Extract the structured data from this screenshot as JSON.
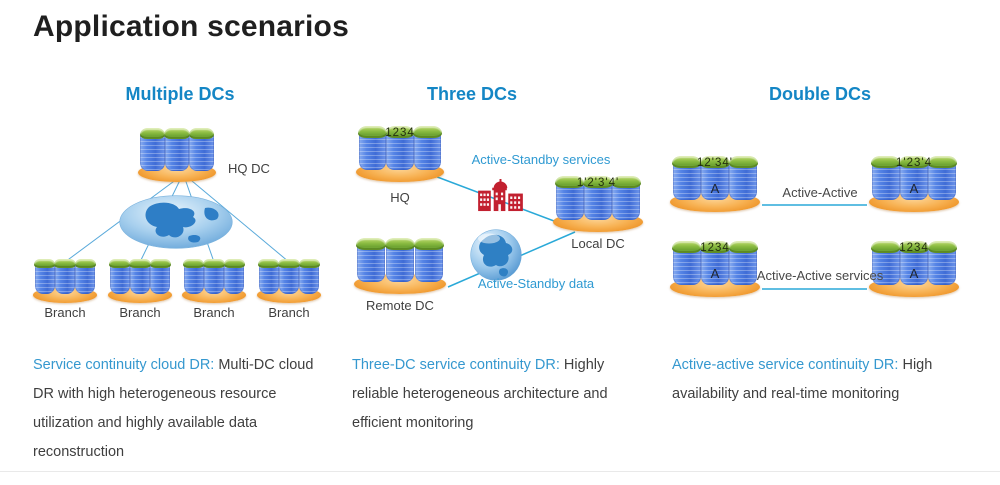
{
  "title": "Application scenarios",
  "colors": {
    "heading_blue": "#1486c5",
    "inline_blue": "#3598cf",
    "body_text": "#3f3f3f",
    "connection_line": "#2aa9d8",
    "fan_line": "#58a9da",
    "platform_orange": "#f09a30",
    "cylinder_blue": "#4a78dd",
    "cap_green": "#7ab33d",
    "building_red": "#c2202f"
  },
  "icons": {
    "dc_cluster": "database-cluster-icon",
    "network_globe_flat": "globe-network-icon",
    "globe_sphere": "globe-icon",
    "enterprise_building": "enterprise-building-icon"
  },
  "columns": {
    "multiple": {
      "heading": "Multiple DCs",
      "hq_label": "HQ DC",
      "branches": [
        "Branch",
        "Branch",
        "Branch",
        "Branch"
      ],
      "desc_highlight": "Service continuity cloud DR:",
      "desc_rest": " Multi-DC cloud DR with high heterogeneous resource utilization and highly available data reconstruction"
    },
    "three": {
      "heading": "Three DCs",
      "hq_label": "HQ",
      "hq_tag": "1234",
      "local_label": "Local DC",
      "local_tag": "1'2'3'4'",
      "remote_label": "Remote DC",
      "link_services": "Active-Standby services",
      "link_data": "Active-Standby data",
      "desc_highlight": "Three-DC service continuity DR:",
      "desc_rest": " Highly reliable heterogeneous architecture and efficient monitoring"
    },
    "double": {
      "heading": "Double DCs",
      "top_left_tag": "12'34'",
      "top_right_tag": "1'23'4",
      "bottom_left_tag": "1234",
      "bottom_right_tag": "1234",
      "node_letter": "A",
      "link_top": "Active-Active",
      "link_bottom": "Active-Active services",
      "desc_highlight": "Active-active service continuity DR:",
      "desc_rest": " High availability and real-time monitoring"
    }
  }
}
